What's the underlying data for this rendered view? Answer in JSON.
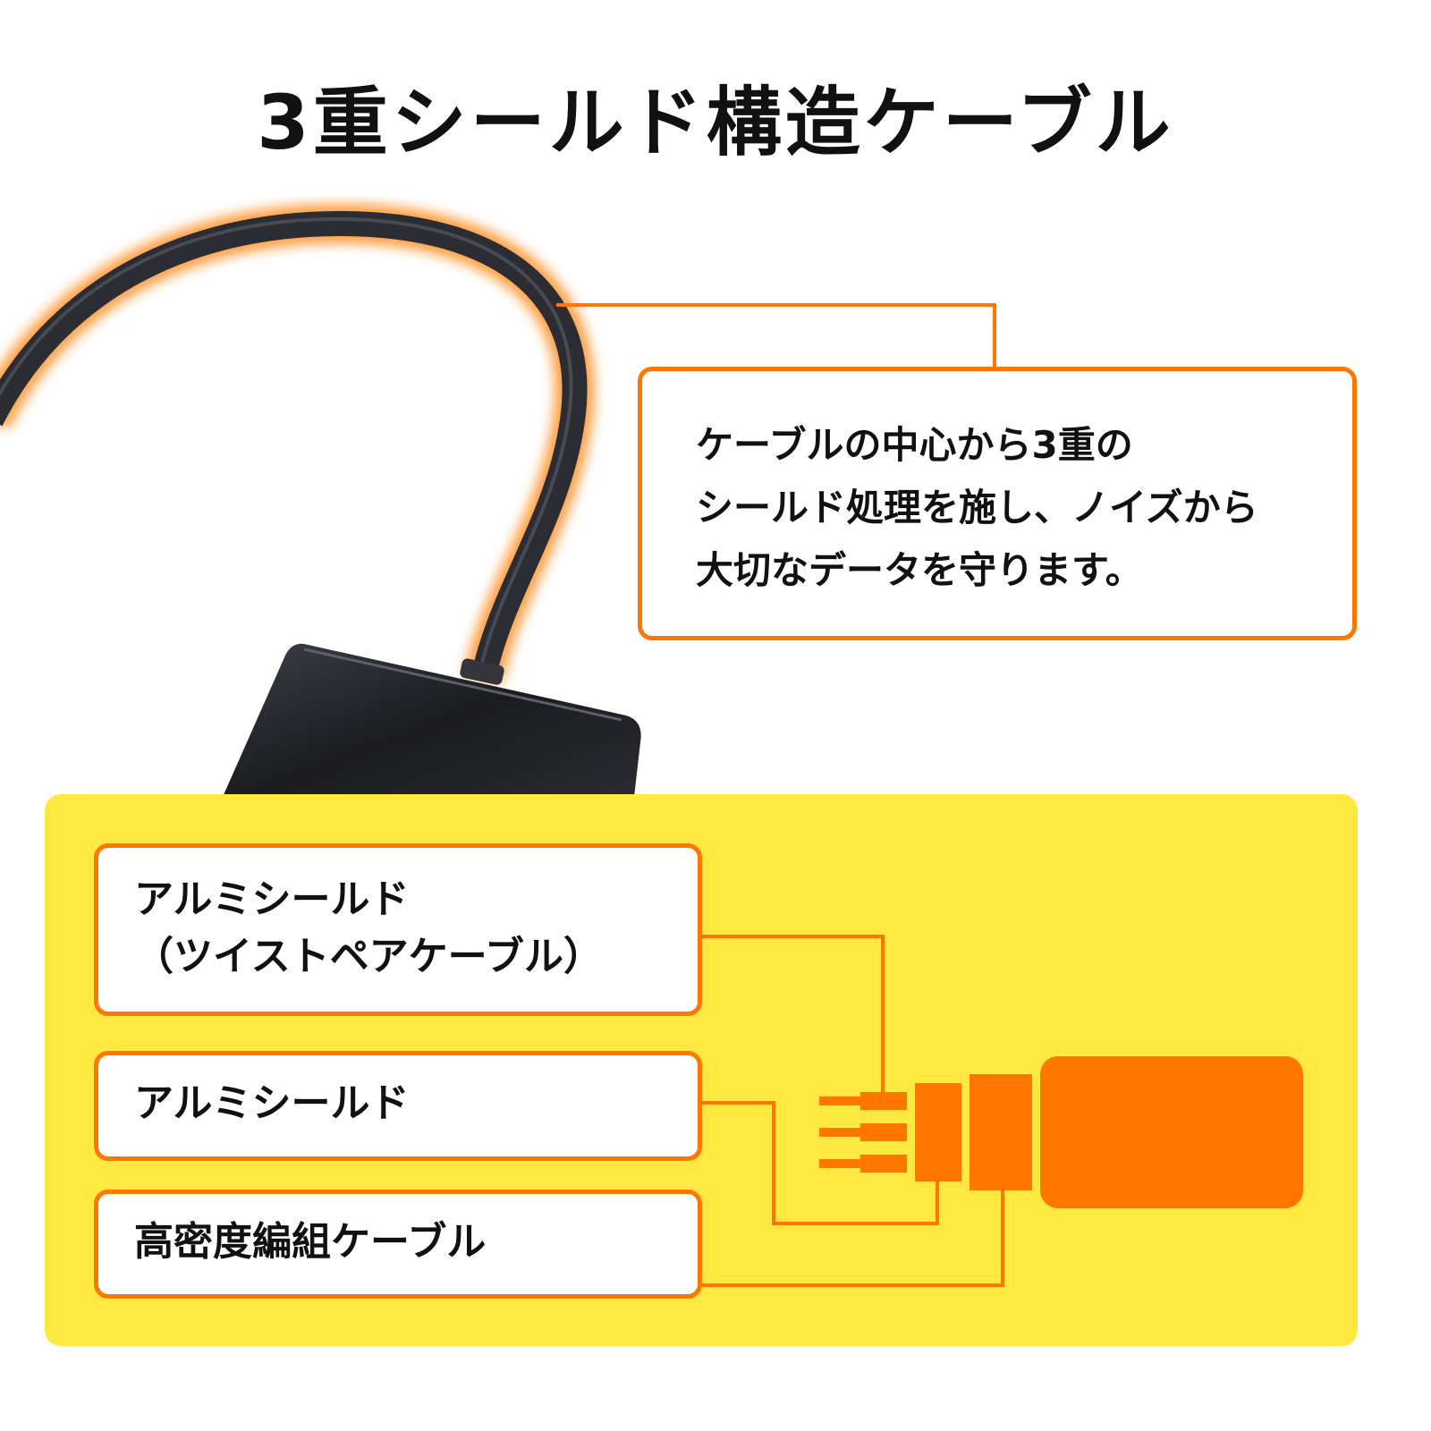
{
  "title": "3重シールド構造ケーブル",
  "colors": {
    "accent_orange": "#FF7700",
    "panel_yellow": "#FFE83F",
    "cable_dark": "#2B2D33",
    "text": "#111111",
    "background": "#FFFFFF"
  },
  "product_image": {
    "description": "Black adapter cable with connector, highlighted with orange glow"
  },
  "callout": {
    "text": "ケーブルの中心から3重の\nシールド処理を施し、ノイズから\n大切なデータを守ります。"
  },
  "structure_diagram": {
    "layers": [
      {
        "label": "アルミシールド\n（ツイストペアケーブル）"
      },
      {
        "label": "アルミシールド"
      },
      {
        "label": "高密度編組ケーブル"
      }
    ],
    "core_wire_count": 3
  }
}
